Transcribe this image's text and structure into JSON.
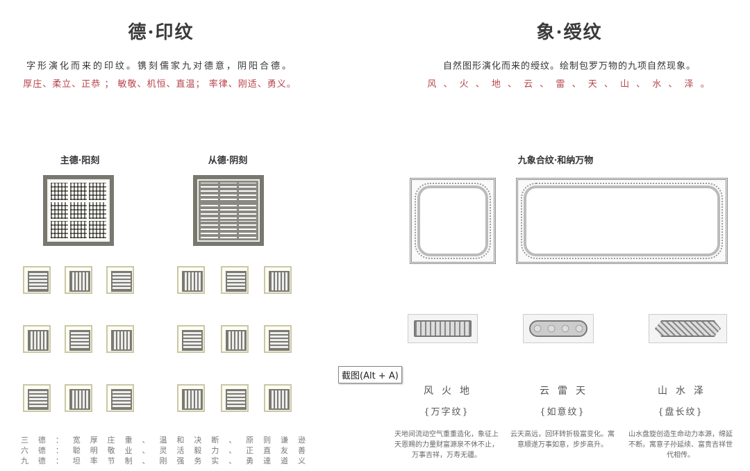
{
  "left": {
    "title": "德·印纹",
    "intro": "字形演化而来的印纹。镌刻儒家九对德意，阴阳合德。",
    "virtues": "厚庄、柔立、正恭 ； 敏敬、机恒、直温； 率律、刚适、勇义。",
    "yang_label": "主德·阳刻",
    "yin_label": "从德·阴刻",
    "rows": [
      "三德：宽厚庄重、温和决断、原则谦逊",
      "六德：聪明敬业、灵活毅力、正直友善",
      "九德：坦率节制、刚强务实、勇達道义"
    ]
  },
  "right": {
    "title": "象·绶纹",
    "intro": "自然图形演化而来的绶纹。绘制包罗万物的九项自然现象。",
    "elements": "风 、 火 、 地 、 云 、 雷 、 天 、 山 、 水 、 泽 。",
    "combined_label": "九象合纹·和纳万物",
    "groups": [
      {
        "name": "风火地",
        "pattern": "{万字纹}",
        "desc": "天地间流动空气重重造化，象征上天恩赐的力量财富源泉不休不止，万事吉祥，万寿无疆。"
      },
      {
        "name": "云雷天",
        "pattern": "{如意纹}",
        "desc": "云天高远，回环转折极富变化。寓意顺遂万事如意，步步高升。"
      },
      {
        "name": "山水泽",
        "pattern": "{盘长纹}",
        "desc": "山水盘旋创造生命动力本源，绵延不断。寓意子孙延续、富贵吉祥世代相传。"
      }
    ]
  },
  "tooltip": "截图(Alt + A)"
}
